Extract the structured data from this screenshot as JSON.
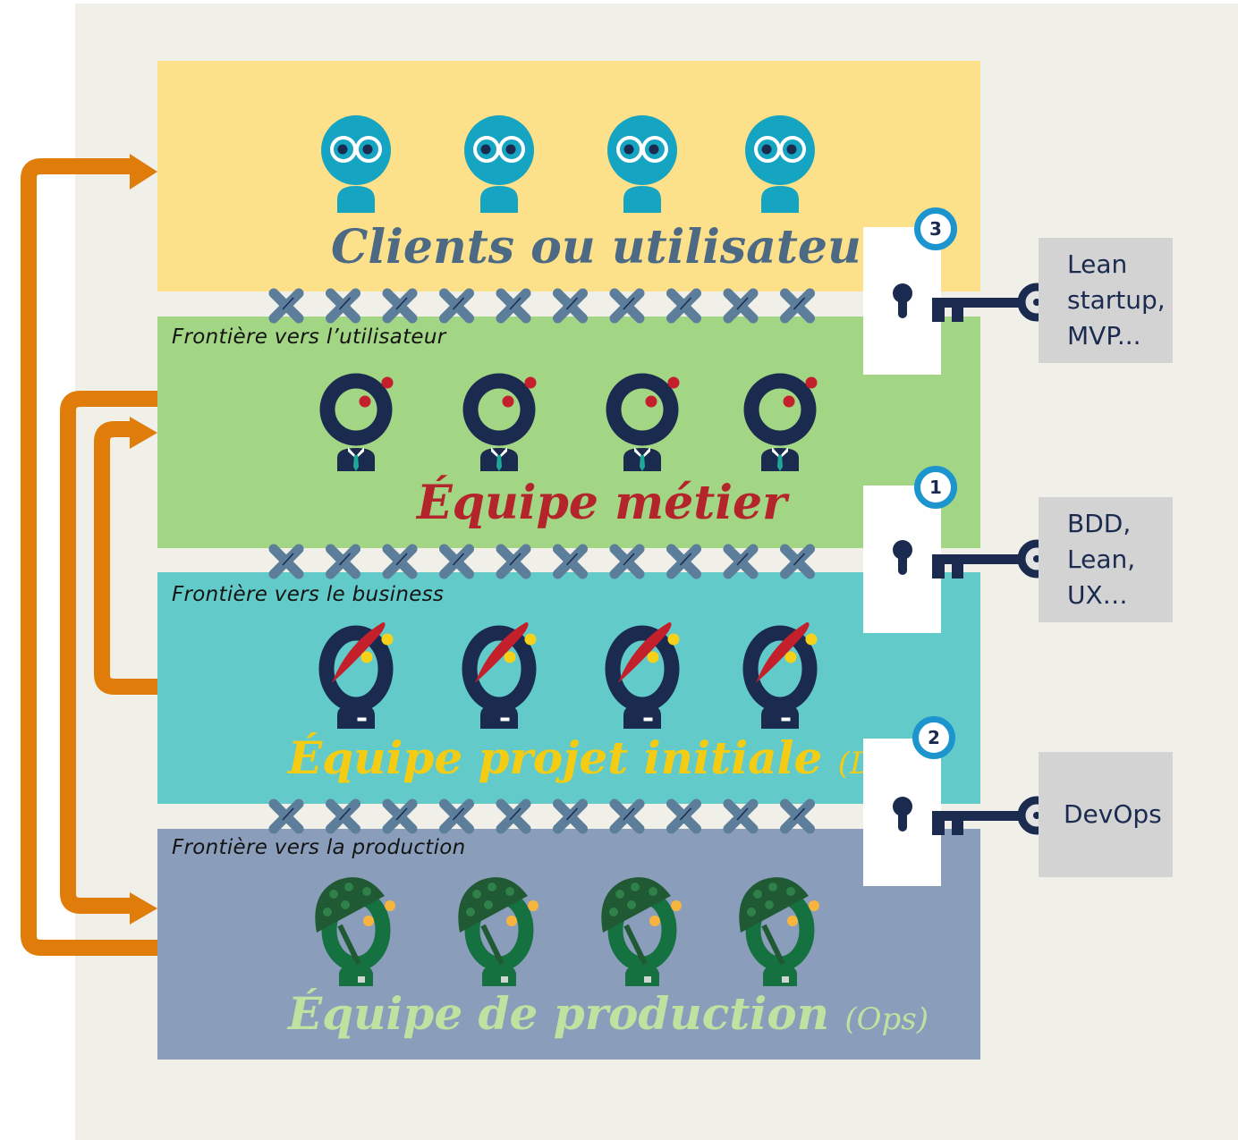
{
  "diagram": {
    "layers": [
      {
        "id": "clients",
        "title": "Clients ou utilisateurs",
        "subtitle": "",
        "color": "#fde08a",
        "title_color": "#4d6a85",
        "people_count": 4,
        "people_icon": "client-person-icon"
      },
      {
        "id": "metier",
        "title": "Équipe métier",
        "subtitle": "",
        "color": "#a2d684",
        "title_color": "#b3252b",
        "people_count": 4,
        "people_icon": "business-person-icon"
      },
      {
        "id": "dev",
        "title": "Équipe projet initiale",
        "subtitle": "(Dev)",
        "color": "#62cbc9",
        "title_color": "#f4cc14",
        "people_count": 4,
        "people_icon": "developer-person-icon"
      },
      {
        "id": "ops",
        "title": "Équipe de production",
        "subtitle": "(Ops)",
        "color": "#8a9ebc",
        "title_color": "#bfe2a0",
        "people_count": 4,
        "people_icon": "ops-soldier-person-icon"
      }
    ],
    "frontiers": [
      {
        "label": "Frontière vers l’utilisateur",
        "cross_count": 10
      },
      {
        "label": "Frontière vers le business",
        "cross_count": 10
      },
      {
        "label": "Frontière vers la production",
        "cross_count": 10
      }
    ],
    "keys": [
      {
        "number": "3",
        "text_lines": [
          "Lean",
          "startup,",
          "MVP..."
        ]
      },
      {
        "number": "1",
        "text_lines": [
          "BDD,",
          "Lean,",
          "UX…"
        ]
      },
      {
        "number": "2",
        "text_lines": [
          "DevOps"
        ]
      }
    ],
    "feedback_arrows": [
      {
        "from": "ops",
        "to": "clients"
      },
      {
        "from": "metier",
        "to": "ops"
      },
      {
        "from": "dev",
        "to": "metier"
      }
    ],
    "colors": {
      "arrow": "#e07c0a",
      "navy": "#1b2b50",
      "badge_ring": "#1c95cf",
      "cross": "#5d7e9a",
      "keybox": "#d3d3d3",
      "background": "#f0efe8"
    }
  }
}
